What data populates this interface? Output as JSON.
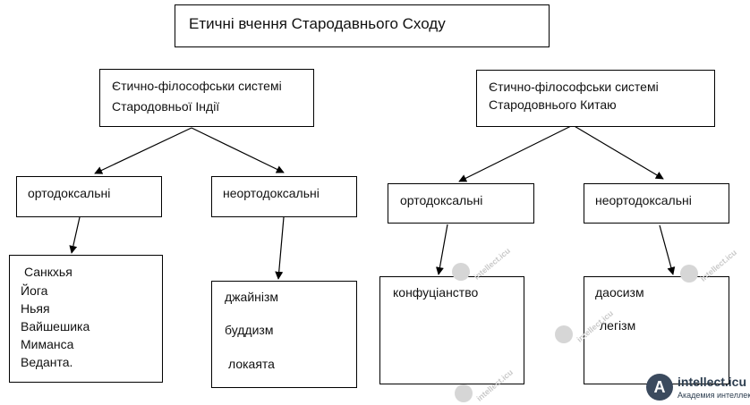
{
  "title": "Етичні вчення Стародавнього Сходу",
  "india": {
    "lines": [
      "Єтично-філософськи системі",
      "Стародовньої Індії"
    ],
    "orthodox": {
      "label": "ортодоксальні",
      "schools": [
        "Санкхья",
        "Йога",
        "Ньяя",
        "Вайшешика",
        "Миманса",
        "Веданта."
      ]
    },
    "heterodox": {
      "label": "неортодоксальні",
      "schools": [
        "джайнізм",
        "буддизм",
        "локаята"
      ]
    }
  },
  "china": {
    "lines": [
      "Єтично-філософськи системі",
      "Стародовнього Китаю"
    ],
    "orthodox": {
      "label": "ортодоксальні",
      "schools": [
        "конфуціанство"
      ]
    },
    "heterodox": {
      "label": "неортодоксальні",
      "schools": [
        "даосизм",
        "легізм"
      ]
    }
  },
  "watermark": {
    "text": "intellect.icu",
    "logo_letter": "A",
    "logo_name": "intellect.icu",
    "logo_subtitle": "Академия интеллекта"
  }
}
